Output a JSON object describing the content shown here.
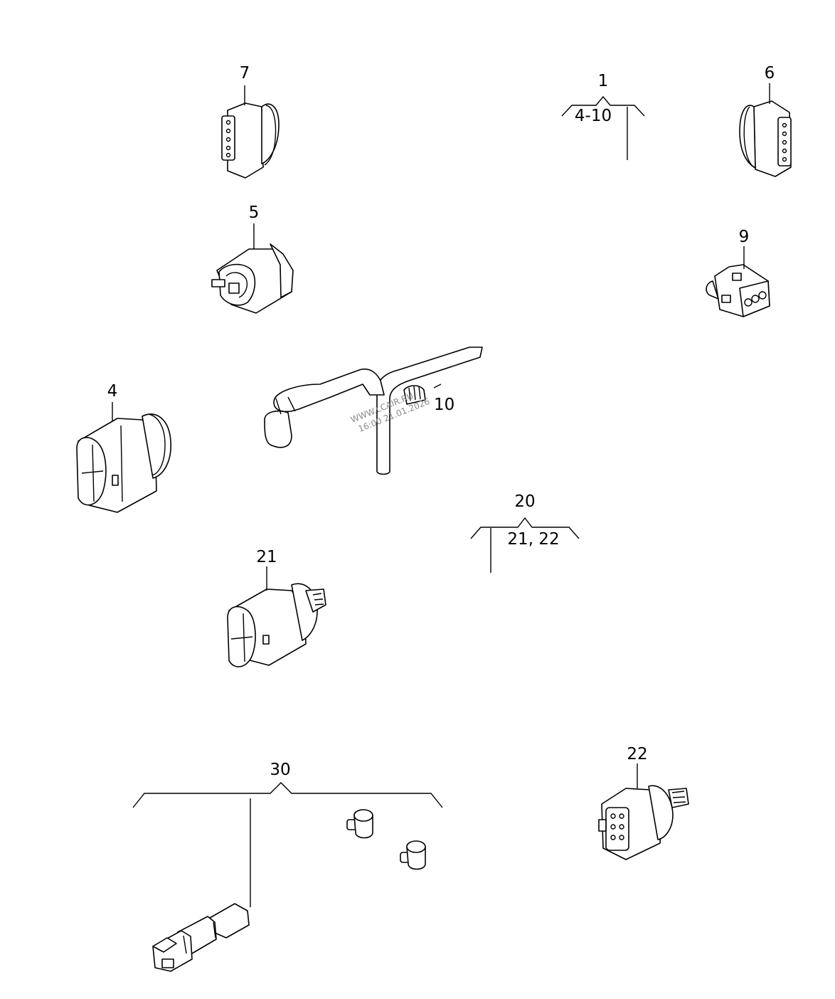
{
  "callouts": {
    "c1": "1",
    "c1_range": "4-10",
    "c4": "4",
    "c5": "5",
    "c6": "6",
    "c7": "7",
    "c9": "9",
    "c10": "10",
    "c20": "20",
    "c20_range": "21, 22",
    "c21": "21",
    "c22": "22",
    "c30": "30"
  },
  "watermark": {
    "line1": "WWW.LCAIR.RU",
    "line2": "16:00 21.01.2026"
  }
}
